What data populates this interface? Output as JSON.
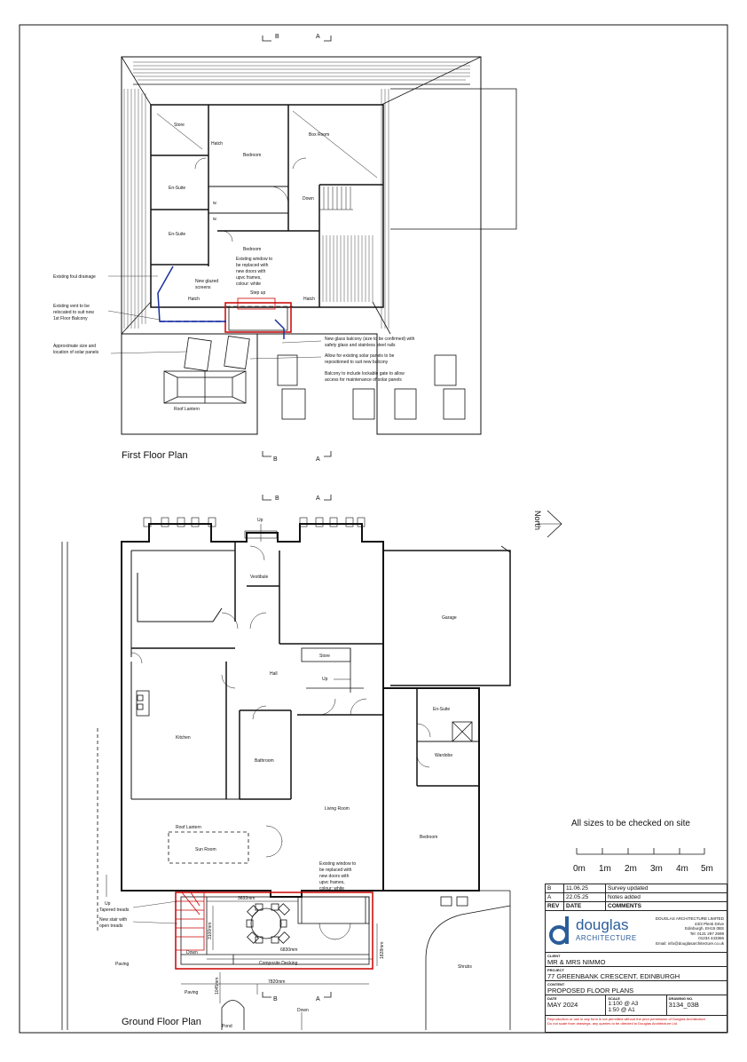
{
  "drawing": {
    "first_floor": {
      "title": "First Floor Plan",
      "section_b": "B",
      "section_a": "A",
      "rooms": {
        "store": "Store",
        "hatch1": "Hatch",
        "bedroom1": "Bedroom",
        "box_room": "Box Room",
        "ensuite1": "En-Suite",
        "ensuite2": "En-Suite",
        "wc1": "w.",
        "wc2": "w.",
        "down": "Down",
        "bedroom2": "Bedroom",
        "hatch2": "Hatch",
        "hatch3": "Hatch",
        "step_up": "Step up",
        "roof_lantern": "Roof Lantern"
      },
      "notes": {
        "existing_window": [
          "Existing window to",
          "be replaced with",
          "new doors with",
          "upvc frames,",
          "colour: white"
        ],
        "glazed_screens": [
          "New glazed",
          "screens"
        ],
        "foul_drainage": "Existing foul drainage",
        "vent": [
          "Existing vent to be",
          "relocated to suit new",
          "1st Floor Balcony"
        ],
        "solar_size": [
          "Approximate size and",
          "location of solar panels"
        ],
        "balcony": [
          "New glass balcony (size to be confirmed) with",
          "safety glass and stainless steel rails"
        ],
        "reposition": [
          "Allow for existing solar panels to be",
          "repositioned to suit new balcony"
        ],
        "gate": [
          "Balcony to include lockable gate to allow",
          "access for maintenance of solar panels"
        ]
      }
    },
    "ground_floor": {
      "title": "Ground Floor Plan",
      "section_b": "B",
      "section_a": "A",
      "north": "North",
      "rooms": {
        "up_top": "Up",
        "vestibule": "Vestibule",
        "garage": "Garage",
        "store": "Store",
        "hall": "Hall",
        "up_hall": "Up",
        "kitchen": "Kitchen",
        "ensuite": "En-Suite",
        "wardrobe": "Wardobe",
        "bathroom": "Bathroom",
        "living_room": "Living Room",
        "bedroom": "Bedroom",
        "roof_lantern": "Roof Lantern",
        "sun_room": "Sun Room",
        "paving1": "Paving",
        "paving2": "Paving",
        "shrubs": "Shrubs",
        "pond": "Pond",
        "down_deck": "Down",
        "down_bottom": "Down",
        "decking": "Composite Decking",
        "up_left": "Up"
      },
      "notes": {
        "existing_window": [
          "Existing window to",
          "be replaced with",
          "new doors with",
          "upvc frames,",
          "colour: white"
        ],
        "tapered": "Tapered treads",
        "new_stair": [
          "New stair with",
          "open treads"
        ]
      },
      "dims": {
        "d3632": "3632mm",
        "d3100": "3100mm",
        "d6830": "6830mm",
        "d7820": "7820mm",
        "d1828": "1828mm",
        "d1045": "1045mm"
      }
    },
    "scale_bar": {
      "caption": "All sizes to be checked on site",
      "labels": [
        "0m",
        "1m",
        "2m",
        "3m",
        "4m",
        "5m"
      ]
    }
  },
  "title_block": {
    "revisions": [
      {
        "rev": "B",
        "date": "11.06.25",
        "comment": "Survey updated"
      },
      {
        "rev": "A",
        "date": "22.05.25",
        "comment": "Notes added"
      }
    ],
    "headers": {
      "rev": "REV",
      "date": "DATE",
      "comments": "COMMENTS"
    },
    "brand": "douglas",
    "brand_sub": "ARCHITECTURE",
    "company": [
      "DOUGLAS ARCHITECTURE LIMITED",
      "43/3 Plenti Drive",
      "Edinburgh, EH15 0BS",
      "Tel: 0131 297 2699",
      "01234 443366",
      "Email: info@douglasarchitecture.co.uk"
    ],
    "client_label": "CLIENT",
    "client": "MR & MRS NIMMO",
    "project_label": "PROJECT",
    "project": "77 GREENBANK CRESCENT, EDINBURGH",
    "content_label": "CONTENT",
    "content": "PROPOSED FLOOR PLANS",
    "date_label": "DATE",
    "date": "MAY 2024",
    "scale_label": "SCALE",
    "scale": [
      "1:100 @ A3",
      "1:50 @ A1"
    ],
    "drawing_no_label": "DRAWING NO.",
    "drawing_no": "3134_03B",
    "copyright": [
      "Reproduction or use in any form is not permitted without the prior permission of Douglas Architecture.",
      "Do not scale from drawings, any queries to be directed to Douglas Architecture Ltd."
    ]
  },
  "colors": {
    "line": "#111111",
    "red": "#c00000",
    "blue": "#1a2fa0",
    "brand": "#2a5c9a"
  }
}
